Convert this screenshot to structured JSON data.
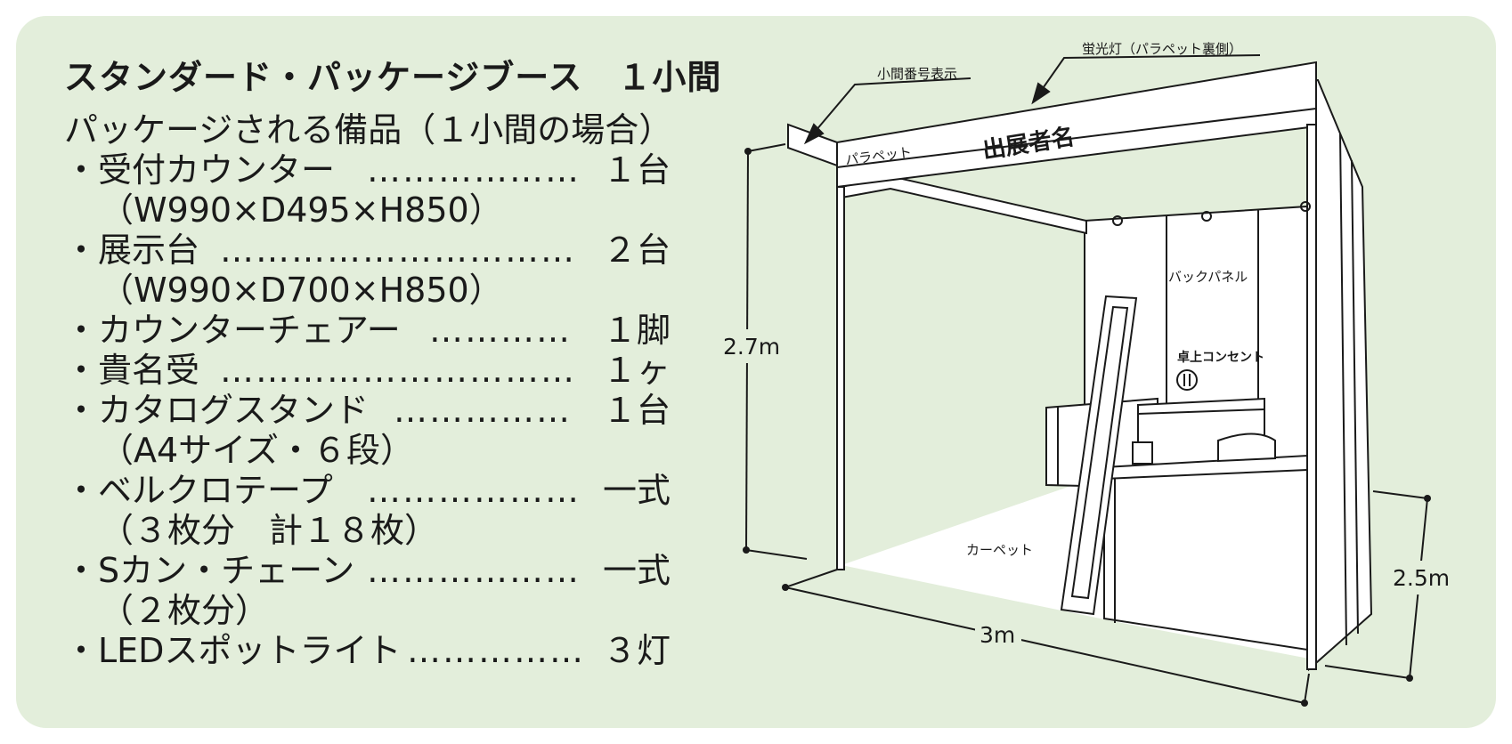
{
  "title": "スタンダード・パッケージブース　１小間",
  "subtitle": "パッケージされる備品（１小間の場合）",
  "items": [
    {
      "name": "・受付カウンター",
      "dots": "………………",
      "qty": "１台",
      "spec": "（W990×D495×H850）"
    },
    {
      "name": "・展示台",
      "dots": "…………………………",
      "qty": "２台",
      "spec": "（W990×D700×H850）"
    },
    {
      "name": "・カウンターチェアー",
      "dots": "…………",
      "qty": "１脚",
      "spec": ""
    },
    {
      "name": "・貴名受",
      "dots": "…………………………",
      "qty": "１ヶ",
      "spec": ""
    },
    {
      "name": "・カタログスタンド",
      "dots": "……………",
      "qty": "１台",
      "spec": "（A4サイズ・６段）"
    },
    {
      "name": "・ベルクロテープ",
      "dots": "………………",
      "qty": "一式",
      "spec": "（３枚分　計１８枚）"
    },
    {
      "name": "・Sカン・チェーン",
      "dots": "………………",
      "qty": "一式",
      "spec": "（２枚分）"
    },
    {
      "name": "・LEDスポットライト",
      "dots": "……………",
      "qty": "３灯",
      "spec": ""
    }
  ],
  "diagram": {
    "label_koma_number": "小間番号表示",
    "label_fluorescent": "蛍光灯（パラペット裏側）",
    "label_parapet": "パラペット",
    "label_exhibitor": "出展者名",
    "label_back_panel": "バックパネル",
    "label_outlet": "卓上コンセント",
    "label_carpet": "カーペット",
    "dim_height": "2.7m",
    "dim_width": "3m",
    "dim_depth": "2.5m"
  }
}
